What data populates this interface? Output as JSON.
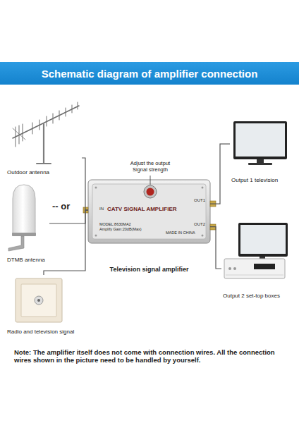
{
  "diagram": {
    "title": "Schematic diagram of amplifier connection",
    "nodes": [
      {
        "text": [
          "Outdoor antenna"
        ]
      },
      {
        "text": [
          "DTMB antenna"
        ]
      },
      {
        "text": [
          "Radio and television signal"
        ]
      },
      {
        "text": [
          "IN",
          "CATV SIGNAL AMPLIFIER",
          "OUT1",
          "OUT2",
          "MODEL:8630MA2",
          "Amplify Gain:20dB(Max)",
          "MADE IN CHINA",
          "Television signal amplifier"
        ]
      },
      {
        "text": [
          "Output 1 television"
        ]
      },
      {
        "text": [
          "Output 2 set-top boxes"
        ]
      }
    ],
    "edges": [
      {
        "from": 0,
        "to": 3,
        "arrow": "none"
      },
      {
        "from": 1,
        "to": 3,
        "arrow": "none"
      },
      {
        "from": 2,
        "to": 3,
        "arrow": "none"
      },
      {
        "from": 3,
        "to": 4,
        "arrow": "none"
      },
      {
        "from": 3,
        "to": 5,
        "arrow": "none"
      }
    ],
    "labels": [
      "-- or",
      "Adjust the output Signal strength",
      "Note: The amplifier itself does not come with connection wires. All the connection wires shown in the picture need to be handled by yourself."
    ]
  }
}
